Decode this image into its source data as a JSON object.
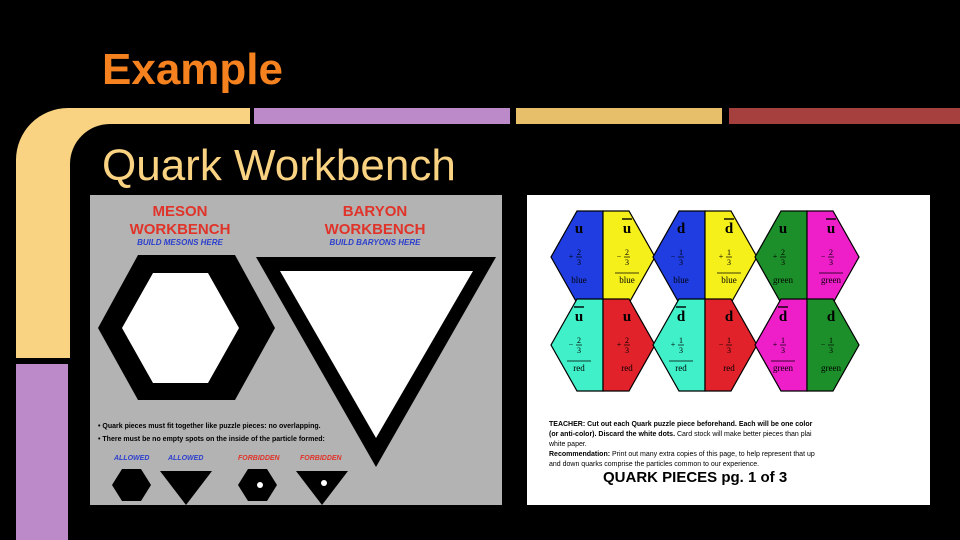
{
  "slide": {
    "title": "Example",
    "subtitle": "Quark Workbench",
    "colors": {
      "title": "#f5821f",
      "subtitle": "#f9d282",
      "bar1": "#f9d282",
      "bar2": "#bd8ac9",
      "bar3": "#e7be6a",
      "bar4": "#a6403f"
    }
  },
  "left_image": {
    "meson_title_1": "MESON",
    "meson_title_2": "WORKBENCH",
    "meson_sub": "BUILD MESONS HERE",
    "baryon_title_1": "BARYON",
    "baryon_title_2": "WORKBENCH",
    "baryon_sub": "BUILD BARYONS HERE",
    "rule1": "• Quark pieces must fit together like puzzle pieces: no overlapping.",
    "rule2": "• There must be no empty spots on the inside of the particle formed:",
    "labels": [
      "ALLOWED",
      "ALLOWED",
      "FORBIDDEN",
      "FORBIDDEN"
    ]
  },
  "right_image": {
    "pieces": [
      {
        "q": "u",
        "bar": false,
        "charge_sign": "+",
        "num": "2",
        "den": "3",
        "color_name": "blue",
        "color_bar": false,
        "fill": "#1f3de0"
      },
      {
        "q": "u",
        "bar": true,
        "charge_sign": "−",
        "num": "2",
        "den": "3",
        "color_name": "blue",
        "color_bar": true,
        "fill": "#f5ef1a"
      },
      {
        "q": "d",
        "bar": false,
        "charge_sign": "−",
        "num": "1",
        "den": "3",
        "color_name": "blue",
        "color_bar": false,
        "fill": "#1f3de0"
      },
      {
        "q": "d",
        "bar": true,
        "charge_sign": "+",
        "num": "1",
        "den": "3",
        "color_name": "blue",
        "color_bar": true,
        "fill": "#f5ef1a"
      },
      {
        "q": "u",
        "bar": false,
        "charge_sign": "+",
        "num": "2",
        "den": "3",
        "color_name": "green",
        "color_bar": false,
        "fill": "#1d8f2a"
      },
      {
        "q": "u",
        "bar": true,
        "charge_sign": "−",
        "num": "2",
        "den": "3",
        "color_name": "green",
        "color_bar": true,
        "fill": "#ee1ec9"
      },
      {
        "q": "u",
        "bar": true,
        "charge_sign": "−",
        "num": "2",
        "den": "3",
        "color_name": "red",
        "color_bar": true,
        "fill": "#3ff0c8"
      },
      {
        "q": "u",
        "bar": false,
        "charge_sign": "+",
        "num": "2",
        "den": "3",
        "color_name": "red",
        "color_bar": false,
        "fill": "#e2222a"
      },
      {
        "q": "d",
        "bar": true,
        "charge_sign": "+",
        "num": "1",
        "den": "3",
        "color_name": "red",
        "color_bar": true,
        "fill": "#3ff0c8"
      },
      {
        "q": "d",
        "bar": false,
        "charge_sign": "−",
        "num": "1",
        "den": "3",
        "color_name": "red",
        "color_bar": false,
        "fill": "#e2222a"
      },
      {
        "q": "d",
        "bar": true,
        "charge_sign": "+",
        "num": "1",
        "den": "3",
        "color_name": "green",
        "color_bar": true,
        "fill": "#ee1ec9"
      },
      {
        "q": "d",
        "bar": false,
        "charge_sign": "−",
        "num": "1",
        "den": "3",
        "color_name": "green",
        "color_bar": false,
        "fill": "#1d8f2a"
      }
    ],
    "teacher_label": "TEACHER:",
    "teacher_text": "Cut out each Quark puzzle piece beforehand.  Each will be one color",
    "teacher_text2": "(or anti-color).  Discard the white dots.",
    "teacher_text3": "Card stock will make better pieces than plai",
    "teacher_text4": "white paper.",
    "rec_label": "Recommendation:",
    "rec_text": "Print out many extra copies of this page, to help represent that up",
    "rec_text2": "and down quarks comprise the particles common to our experience.",
    "footer": "QUARK PIECES pg. 1 of 3"
  }
}
